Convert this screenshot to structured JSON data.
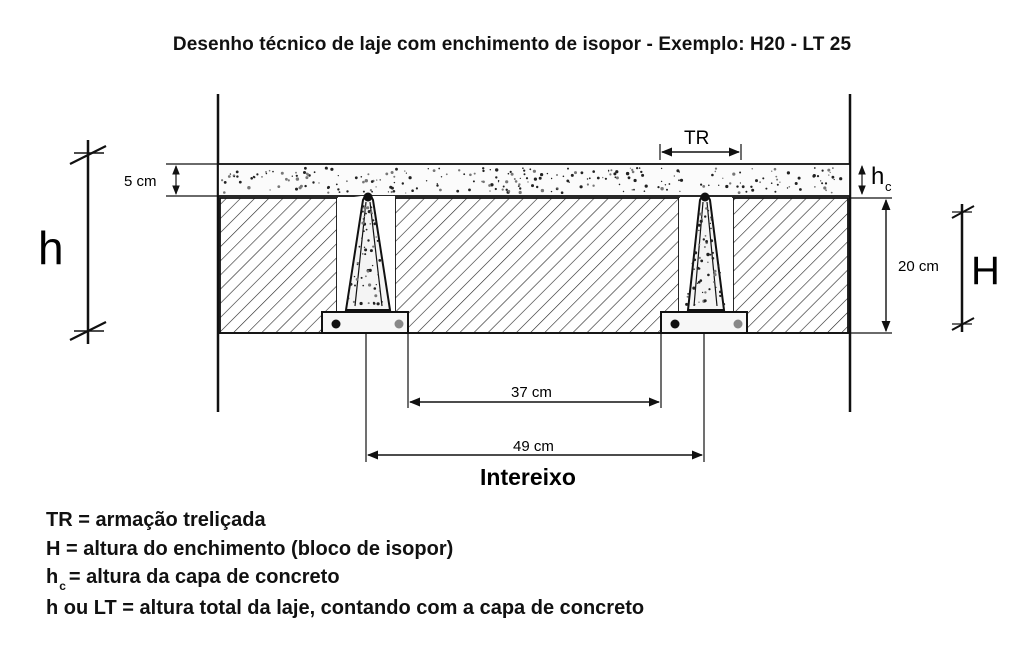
{
  "title": "Desenho técnico de laje com enchimento de isopor - Exemplo: H20 - LT 25",
  "labels": {
    "tr": "TR",
    "hc_main": "h",
    "hc_sub": "c",
    "capa": "5 cm",
    "enchimento": "20 cm",
    "h_total": "h",
    "h_bloco": "H",
    "dim_37": "37 cm",
    "dim_49": "49 cm",
    "intereixo": "Intereixo"
  },
  "legend": [
    {
      "key": "TR",
      "sub": "",
      "text": "= armação treliçada"
    },
    {
      "key": "H",
      "sub": "",
      "text": "= altura do enchimento (bloco de isopor)"
    },
    {
      "key": "h",
      "sub": "c",
      "text": "= altura da capa de concreto"
    },
    {
      "key": "h ou LT",
      "sub": "",
      "text": "= altura total da laje, contando com a capa de concreto"
    }
  ]
}
